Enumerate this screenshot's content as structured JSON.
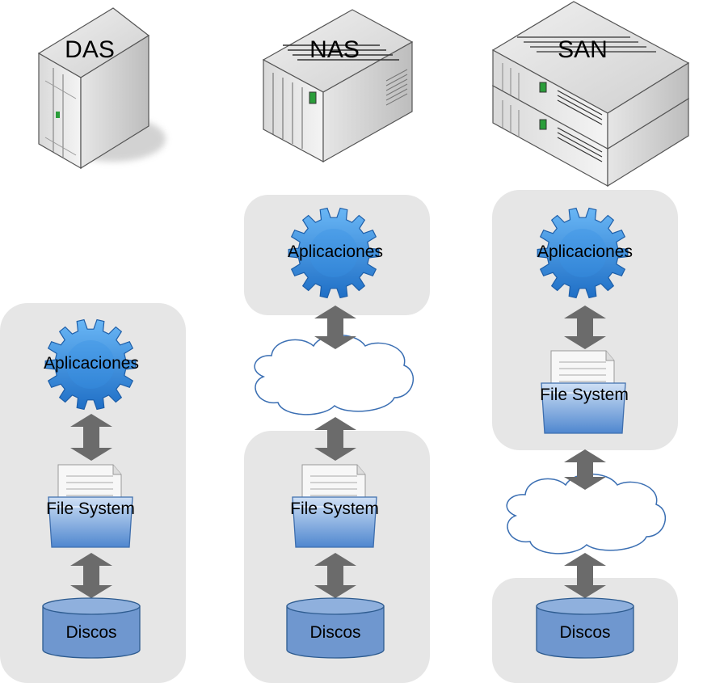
{
  "colors": {
    "panel": "#e6e6e6",
    "arrow": "#6b6b6b",
    "gear": "#2f86dd",
    "disk_fill": "#6f97cf",
    "disk_stroke": "#2d5b8f",
    "cloud_stroke": "#3b6fb3",
    "folder": "#6a9bd6"
  },
  "icons": {
    "server": "server-icon",
    "gear": "gear-icon",
    "folder": "folder-icon",
    "cloud": "cloud-icon",
    "disk": "disk-icon",
    "arrow": "double-arrow-icon"
  },
  "columns": [
    {
      "title": "DAS",
      "app_label": "Aplicaciones",
      "fs_label": "File System",
      "disk_label": "Discos"
    },
    {
      "title": "NAS",
      "app_label": "Aplicaciones",
      "fs_label": "File System",
      "disk_label": "Discos"
    },
    {
      "title": "SAN",
      "app_label": "Aplicaciones",
      "fs_label": "File System",
      "disk_label": "Discos"
    }
  ]
}
